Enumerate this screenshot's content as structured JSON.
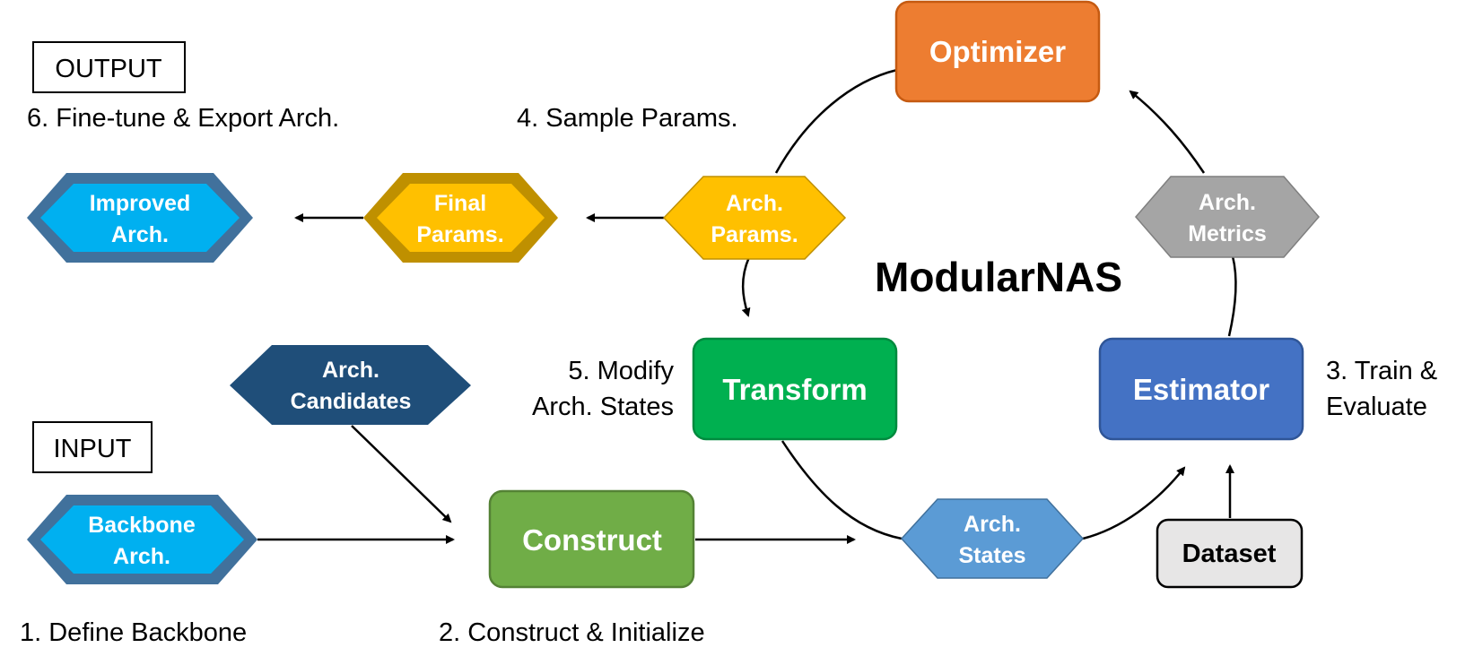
{
  "title": "ModularNAS",
  "boxes": {
    "optimizer": "Optimizer",
    "transform": "Transform",
    "estimator": "Estimator",
    "construct": "Construct",
    "dataset": "Dataset"
  },
  "hexes": {
    "improved_arch": [
      "Improved",
      "Arch."
    ],
    "final_params": [
      "Final",
      "Params."
    ],
    "arch_params": [
      "Arch.",
      "Params."
    ],
    "arch_metrics": [
      "Arch.",
      "Metrics"
    ],
    "arch_candidates": [
      "Arch.",
      "Candidates"
    ],
    "backbone_arch": [
      "Backbone",
      "Arch."
    ],
    "arch_states": [
      "Arch.",
      "States"
    ]
  },
  "tags": {
    "output": "OUTPUT",
    "input": "INPUT"
  },
  "steps": {
    "step1": "1. Define Backbone",
    "step2": "2. Construct & Initialize",
    "step3": [
      "3. Train &",
      "Evaluate"
    ],
    "step4": "4. Sample Params.",
    "step5": [
      "5. Modify",
      "Arch. States"
    ],
    "step6": "6. Fine-tune & Export Arch."
  },
  "colors": {
    "optimizer": "#ED7D31",
    "transform": "#00B050",
    "estimator": "#4472C4",
    "construct": "#70AD47",
    "dataset": "#E7E6E6",
    "hex_blue_light": "#00B0F0",
    "hex_blue_border": "#41719C",
    "hex_gold": "#FFC000",
    "hex_gold_border": "#BF9000",
    "hex_gray": "#A5A5A5",
    "hex_navy": "#1F4E79",
    "hex_states": "#5B9BD5"
  }
}
